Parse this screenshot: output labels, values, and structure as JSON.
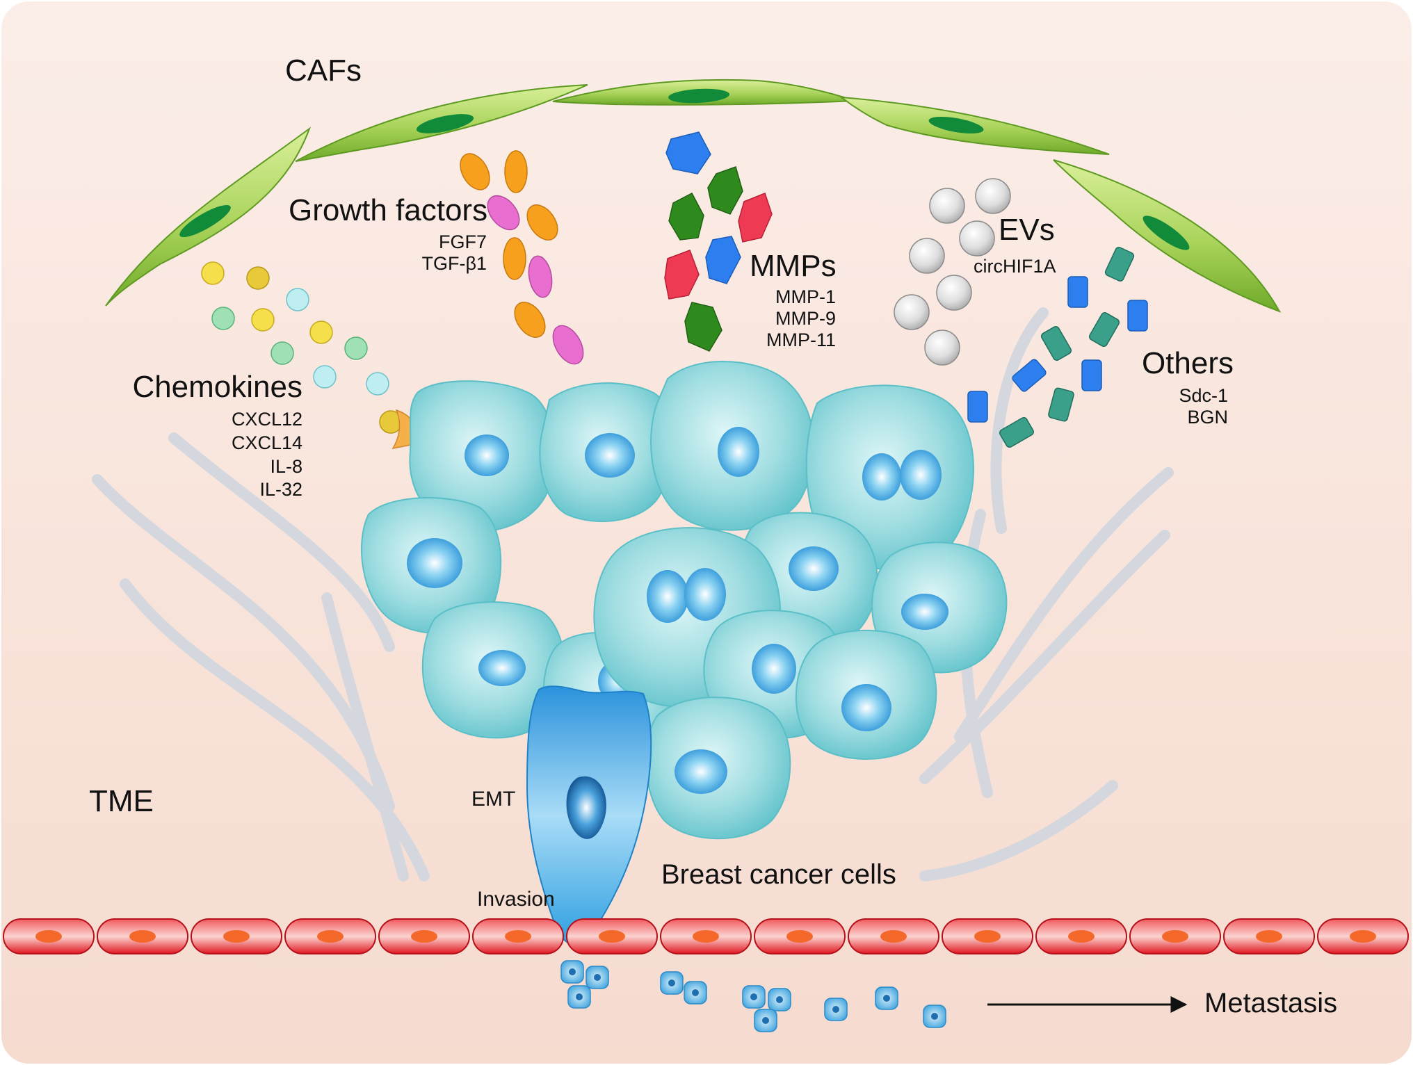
{
  "labels": {
    "cafs": "CAFs",
    "tme": "TME",
    "emt": "EMT",
    "invasion": "Invasion",
    "breast_cancer_cells": "Breast cancer cells",
    "metastasis": "Metastasis"
  },
  "groups": {
    "growth_factors": {
      "title": "Growth factors",
      "items": [
        "FGF7",
        "TGF-β1"
      ]
    },
    "chemokines": {
      "title": "Chemokines",
      "items": [
        "CXCL12",
        "CXCL14",
        "IL-8",
        "IL-32"
      ]
    },
    "mmps": {
      "title": "MMPs",
      "items": [
        "MMP-1",
        "MMP-9",
        "MMP-11"
      ]
    },
    "evs": {
      "title": "EVs",
      "items": [
        "circHIF1A"
      ]
    },
    "others": {
      "title": "Others",
      "items": [
        "Sdc-1",
        "BGN"
      ]
    }
  },
  "colors": {
    "background": "#f8e0d6",
    "caf_cell": "#9ccc4a",
    "caf_nucleus": "#118a3a",
    "cancer_cell": "#7fd0d6",
    "cancer_nucleus": "#3aa6e0",
    "emt_cell": "#2f9ee0",
    "vessel_cell": "#e4222b",
    "vessel_nucleus": "#f4692a",
    "ecm_fiber": "#d2d6dc",
    "growth_factor_orange": "#f6a01e",
    "growth_factor_pink": "#e86fcf",
    "chemokine_yellow": "#f5df4a",
    "chemokine_green": "#9fe0b4",
    "chemokine_cyan": "#bfeef2",
    "mmp_blue": "#2d7ff0",
    "mmp_green": "#2f8a1e",
    "mmp_red": "#ee3a52",
    "ev_grey": "#d8d8d8",
    "others_teal": "#3aa08a",
    "others_blue": "#2d7ff0"
  }
}
